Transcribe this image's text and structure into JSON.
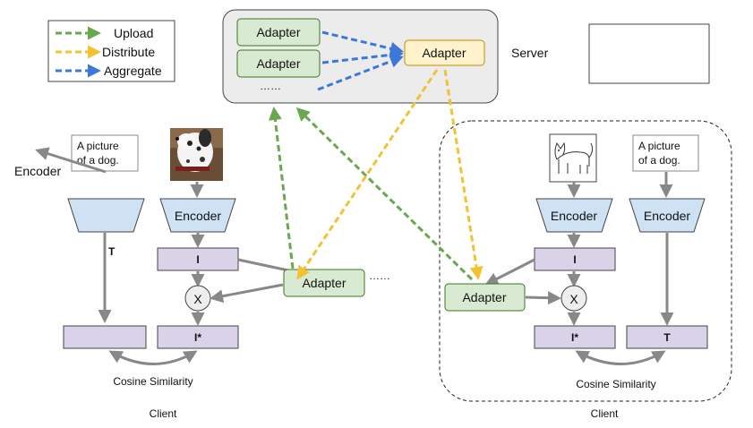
{
  "legend": {
    "upload": "Upload",
    "distribute": "Distribute",
    "aggregate": "Aggregate"
  },
  "server": {
    "label": "Server",
    "adapter_1": "Adapter",
    "adapter_2": "Adapter",
    "ellipsis": "……",
    "aggregated_adapter": "Adapter"
  },
  "left_client": {
    "caption_line1": "A picture",
    "caption_line2": "of a dog.",
    "encoder_arrow_label": "Encoder",
    "text_output_label": "T",
    "image_encoder_label": "Encoder",
    "image_feature": "I",
    "multiply": "X",
    "adapted_feature": "I*",
    "adapter": "Adapter",
    "adapter_ellipsis": "……",
    "similarity": "Cosine Similarity",
    "client_label": "Client"
  },
  "right_client": {
    "caption_line1": "A picture",
    "caption_line2": "of a dog.",
    "image_encoder_label": "Encoder",
    "text_encoder_label": "Encoder",
    "image_feature": "I",
    "multiply": "X",
    "adapted_feature": "I*",
    "text_feature": "T",
    "adapter": "Adapter",
    "similarity": "Cosine Similarity",
    "client_label": "Client"
  },
  "colors": {
    "upload": "#6aa84f",
    "distribute": "#f1c232",
    "aggregate": "#3c78d8",
    "adapter_fill": "#d9ead3",
    "adapter_stroke": "#38761d",
    "server_adapter_fill": "#fff2cc",
    "server_adapter_stroke": "#bf9000",
    "encoder_fill": "#cfe2f3",
    "feature_fill": "#d9d2e9",
    "server_fill": "#ececec",
    "arrow_gray": "#888888"
  }
}
